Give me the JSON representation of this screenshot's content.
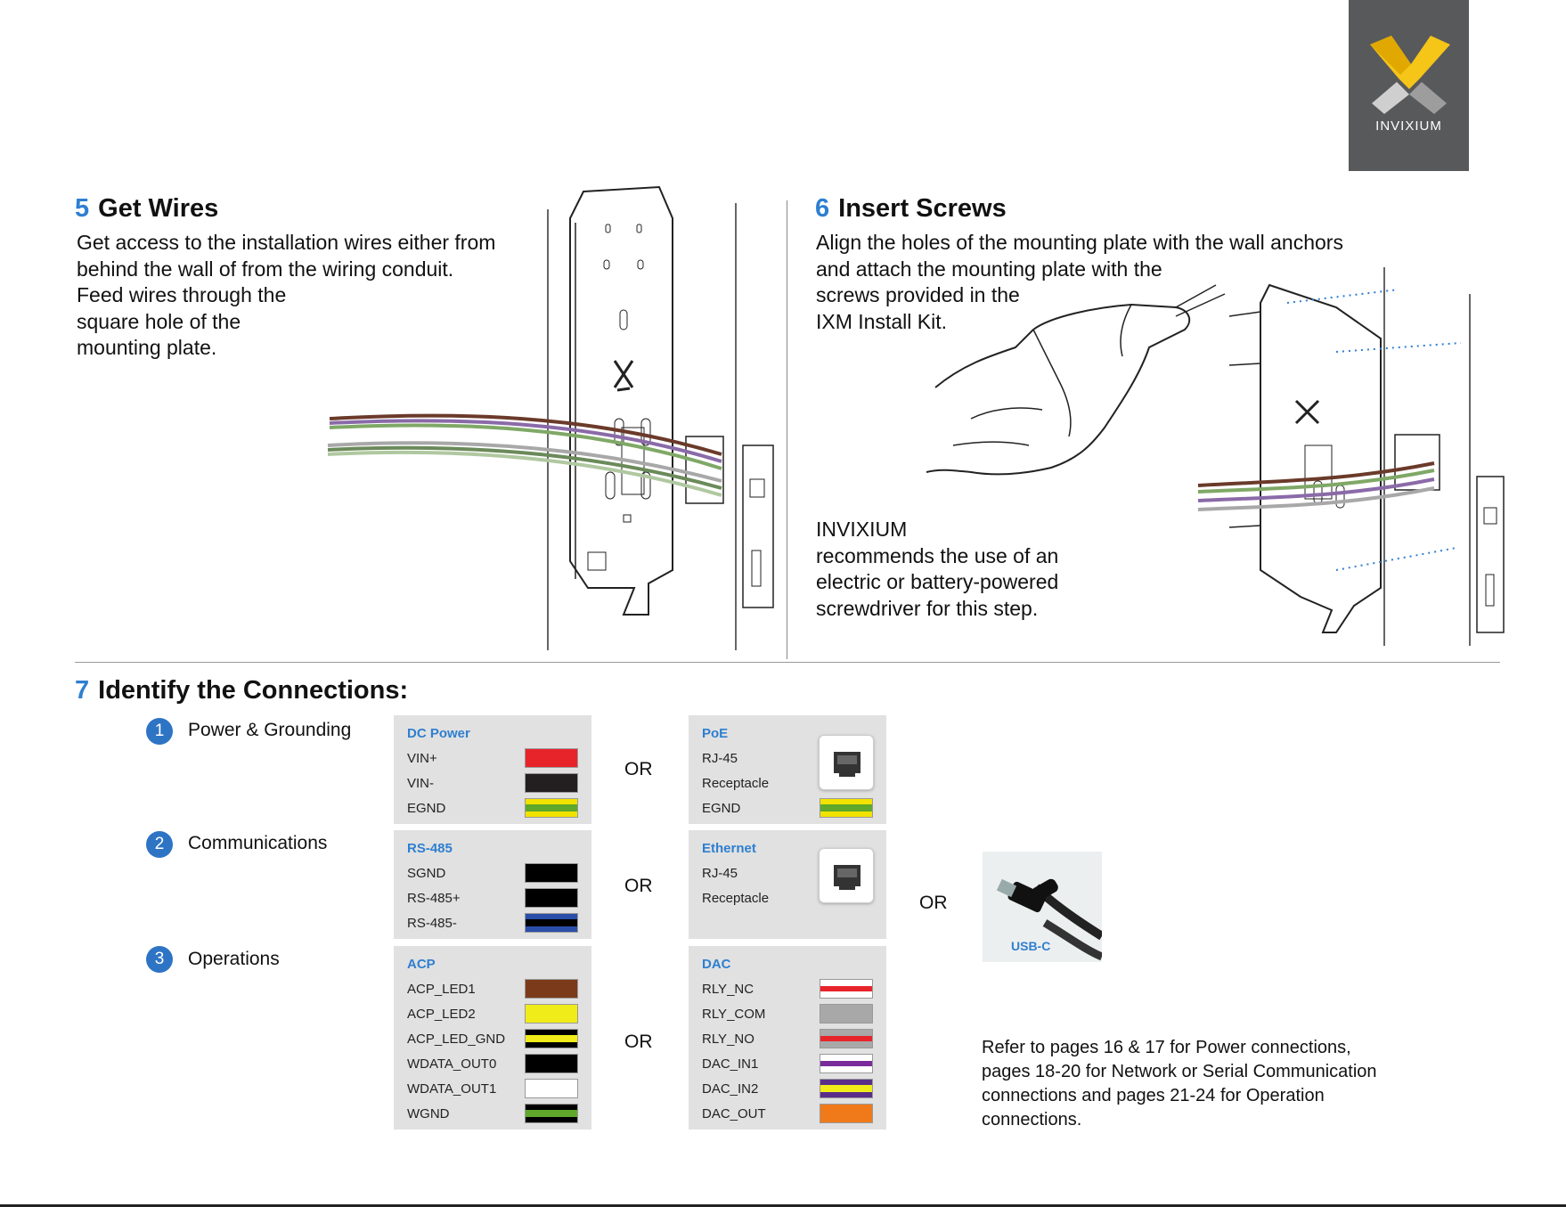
{
  "logo": {
    "brand": "INVIXIUM"
  },
  "step5": {
    "num": "5",
    "title": "Get Wires",
    "lines": [
      "Get access to the installation wires either from",
      "behind the wall of from the wiring conduit.",
      "Feed wires through the",
      "square hole of the",
      "mounting plate."
    ]
  },
  "step6": {
    "num": "6",
    "title": "Insert Screws",
    "lines": [
      "Align the holes of the mounting plate with the wall anchors",
      "and attach the mounting plate with the",
      "screws provided in the",
      "IXM Install Kit."
    ],
    "note": [
      "INVIXIUM",
      "recommends the use of an",
      "electric or battery-powered",
      "screwdriver for this step."
    ]
  },
  "step7": {
    "num": "7",
    "title": "Identify the Connections:",
    "rows": [
      {
        "badge": "1",
        "label": "Power & Grounding"
      },
      {
        "badge": "2",
        "label": "Communications"
      },
      {
        "badge": "3",
        "label": "Operations"
      }
    ],
    "or": "OR",
    "dc_power": {
      "title": "DC Power",
      "lines": [
        "VIN+",
        "VIN-",
        "EGND"
      ]
    },
    "poe": {
      "title": "PoE",
      "lines": [
        "RJ-45",
        "Receptacle",
        "EGND"
      ]
    },
    "rs485": {
      "title": "RS-485",
      "lines": [
        "SGND",
        "RS-485+",
        "RS-485-"
      ]
    },
    "ethernet": {
      "title": "Ethernet",
      "lines": [
        "RJ-45",
        "Receptacle"
      ]
    },
    "acp": {
      "title": "ACP",
      "lines": [
        "ACP_LED1",
        "ACP_LED2",
        "ACP_LED_GND",
        "WDATA_OUT0",
        "WDATA_OUT1",
        "WGND"
      ]
    },
    "dac": {
      "title": "DAC",
      "lines": [
        "RLY_NC",
        "RLY_COM",
        "RLY_NO",
        "DAC_IN1",
        "DAC_IN2",
        "DAC_OUT"
      ]
    },
    "usbc": {
      "label": "USB-C"
    },
    "refer": [
      "Refer to pages 16 & 17 for Power connections,",
      "pages 18-20 for Network or Serial Communication",
      "connections and pages 21-24 for Operation",
      "connections."
    ]
  },
  "colors": {
    "accent": "#2f7fd0",
    "logo_bg": "#58595b",
    "logo_yellow": "#f5c518"
  }
}
